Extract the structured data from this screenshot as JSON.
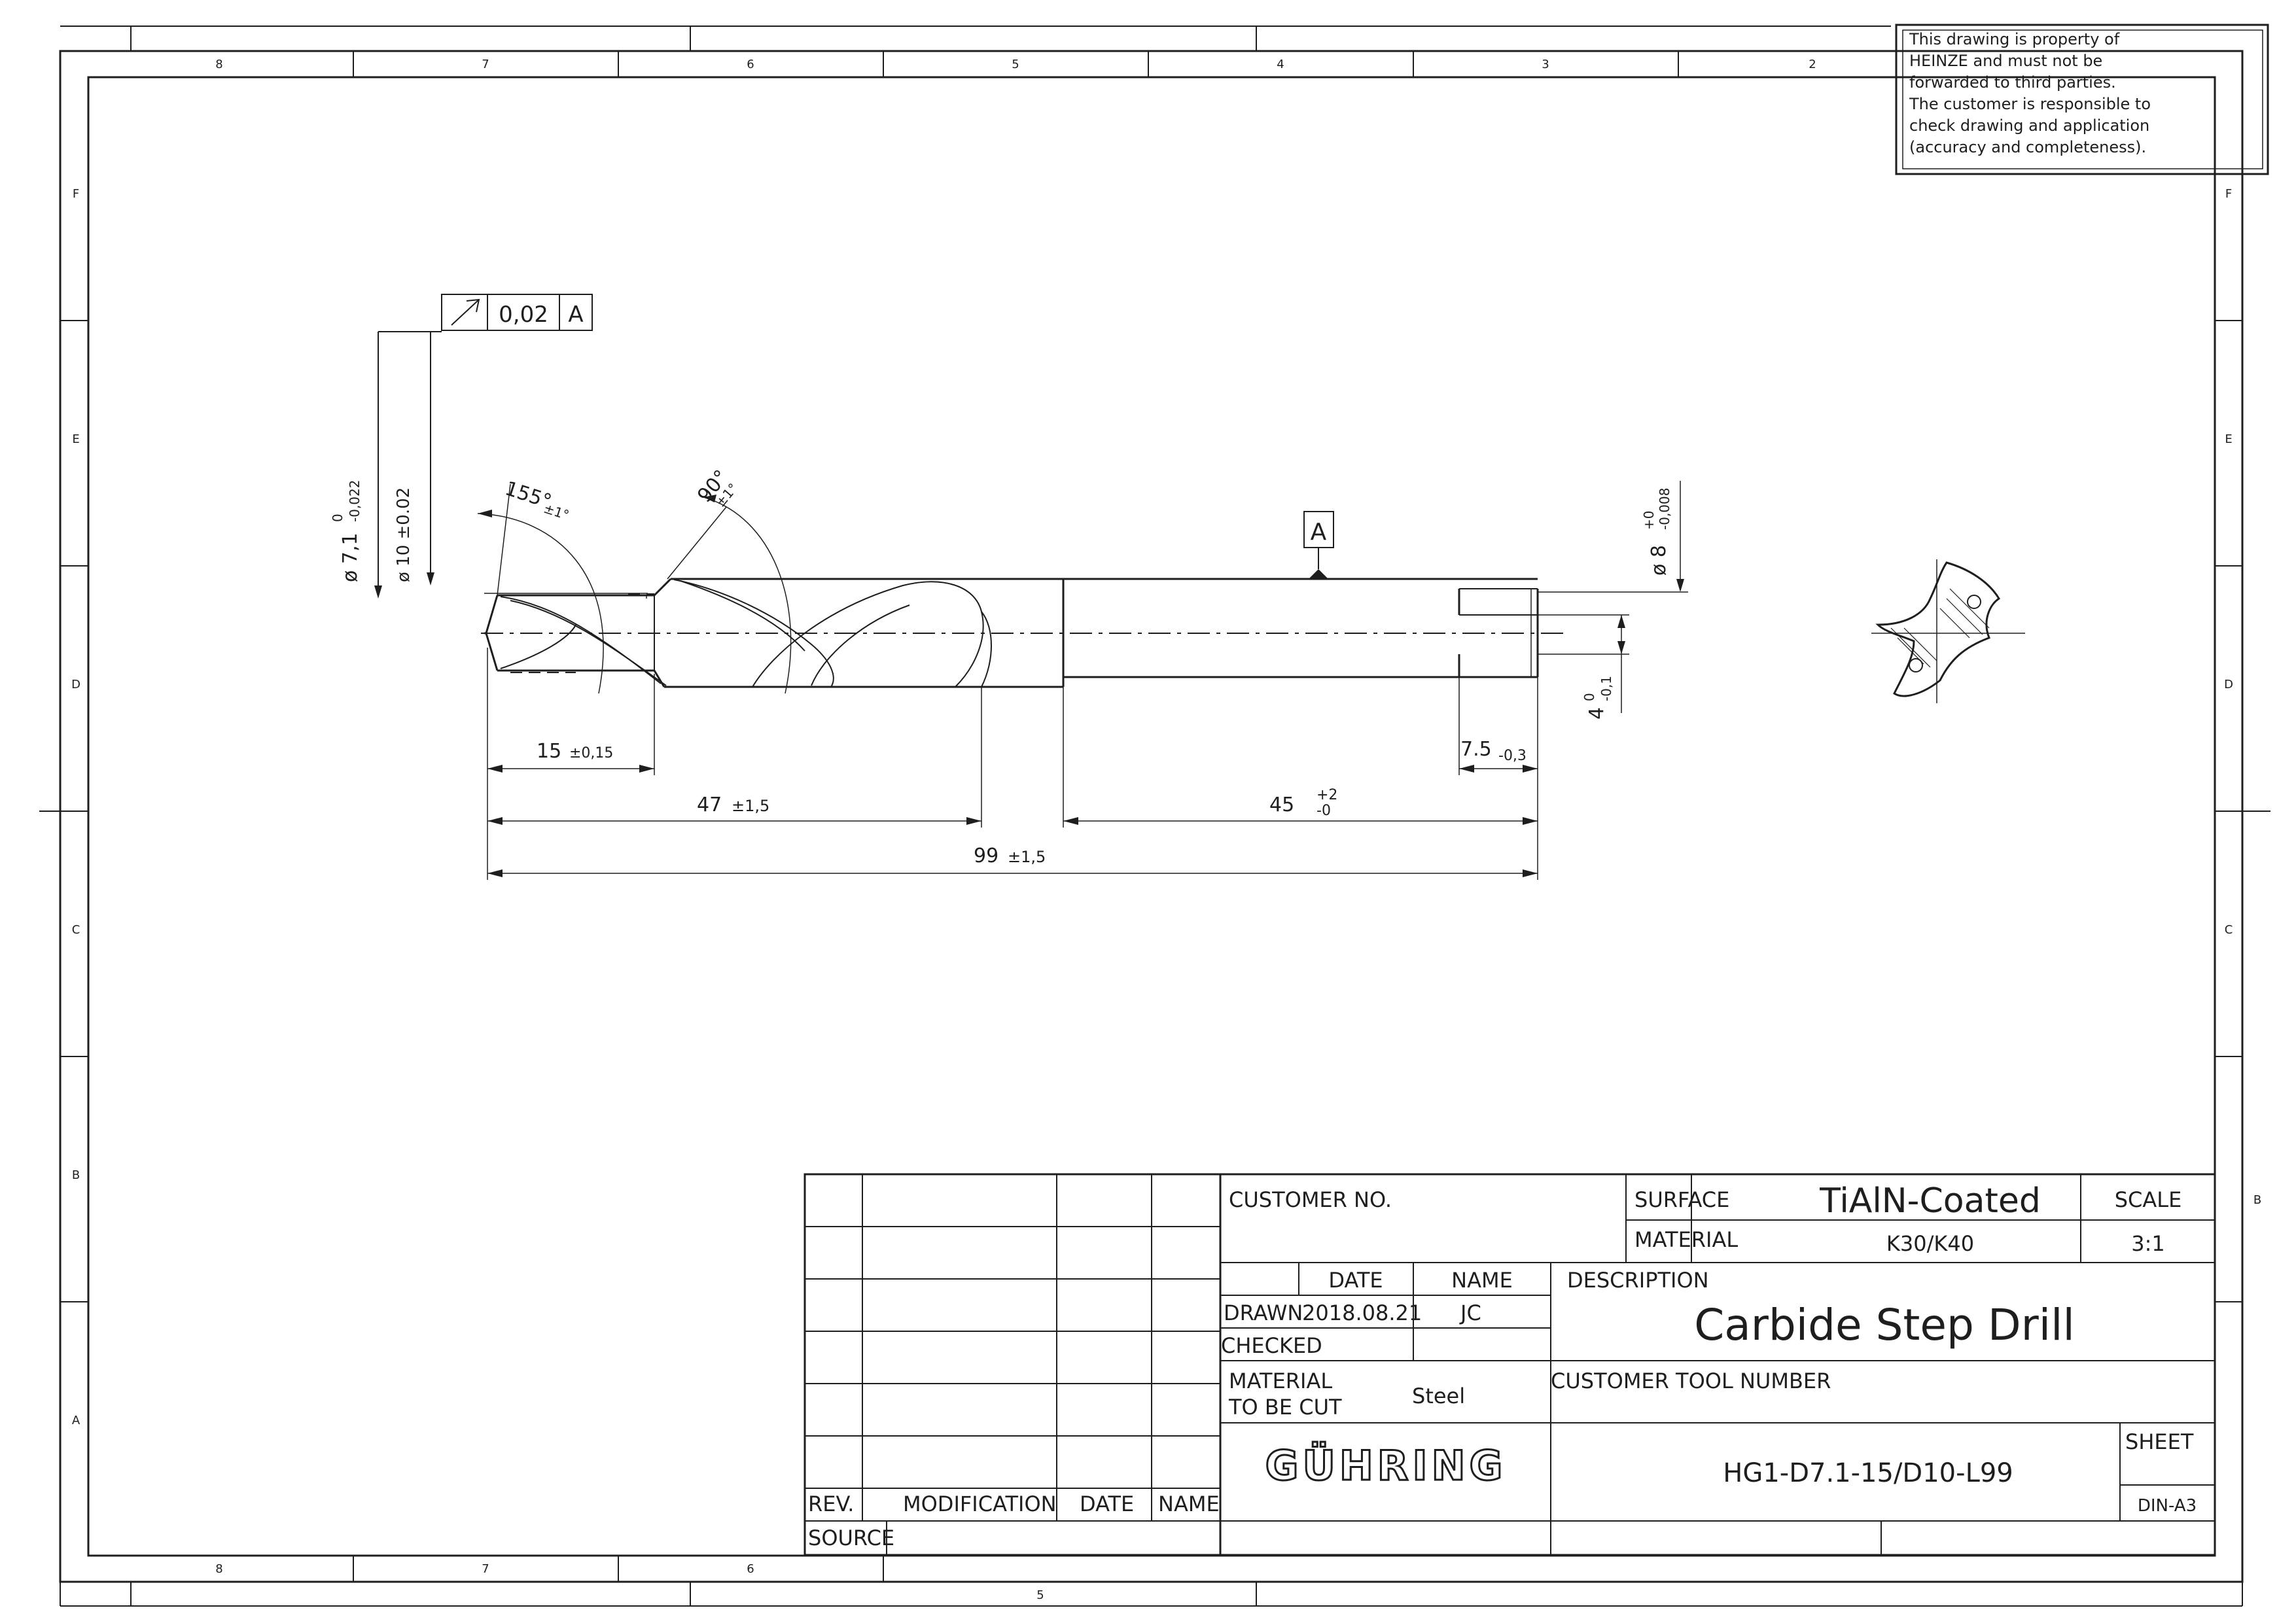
{
  "frame": {
    "columns_top": [
      "8",
      "7",
      "6",
      "5",
      "4",
      "3",
      "2"
    ],
    "columns_bottom": [
      "8",
      "7",
      "6"
    ],
    "bottom_sheet_marker": "5",
    "rows_left": [
      "F",
      "E",
      "D",
      "C",
      "B",
      "A"
    ],
    "rows_right": [
      "F",
      "E",
      "D",
      "C",
      "B"
    ]
  },
  "notice": [
    "This drawing is property of",
    "HEINZE and must not be",
    "forwarded to third parties.",
    "The customer is responsible to",
    "check drawing and application",
    "(accuracy and completeness)."
  ],
  "tolerance_frame": {
    "symbol": "runout-arrow-icon",
    "value": "0,02",
    "datum": "A"
  },
  "datum_label": "A",
  "dims": {
    "d71": "ø 7,1",
    "d71_upper": "0",
    "d71_lower": "-0,022",
    "d10": "ø 10 ±0.02",
    "d8": "ø 8",
    "d8_upper": "+0",
    "d8_lower": "-0,008",
    "angle155": "155°",
    "angle155_tol": "±1°",
    "angle90": "90°",
    "angle90_tol": "±1°",
    "len15": "15",
    "len15_tol": "±0,15",
    "len47": "47",
    "len47_tol": "±1,5",
    "len45": "45",
    "len45_upper": "+2",
    "len45_lower": "-0",
    "len99": "99",
    "len99_tol": "±1,5",
    "len75": "7.5",
    "len75_tol": "-0,3",
    "flat4": "4",
    "flat4_upper": "0",
    "flat4_lower": "-0,1"
  },
  "title_block": {
    "customer_no_label": "CUSTOMER NO.",
    "surface_label": "SURFACE",
    "surface_value": "TiAlN-Coated",
    "material_label": "MATERIAL",
    "material_value": "K30/K40",
    "scale_label": "SCALE",
    "scale_value": "3:1",
    "date_label": "DATE",
    "name_label": "NAME",
    "drawn_label": "DRAWN",
    "drawn_date": "2018.08.21",
    "drawn_name": "JC",
    "checked_label": "CHECKED",
    "description_label": "DESCRIPTION",
    "description_value": "Carbide Step Drill",
    "mat_cut_label_1": "MATERIAL",
    "mat_cut_label_2": "TO BE CUT",
    "mat_cut_value": "Steel",
    "customer_tool_label": "CUSTOMER TOOL NUMBER",
    "logo_text": "GÜHRING",
    "part_number": "HG1-D7.1-15/D10-L99",
    "sheet_label": "SHEET",
    "format_value": "DIN-A3",
    "rev_label": "REV.",
    "modification_label": "MODIFICATION",
    "rev_date_label": "DATE",
    "rev_name_label": "NAME",
    "source_label": "SOURCE"
  }
}
